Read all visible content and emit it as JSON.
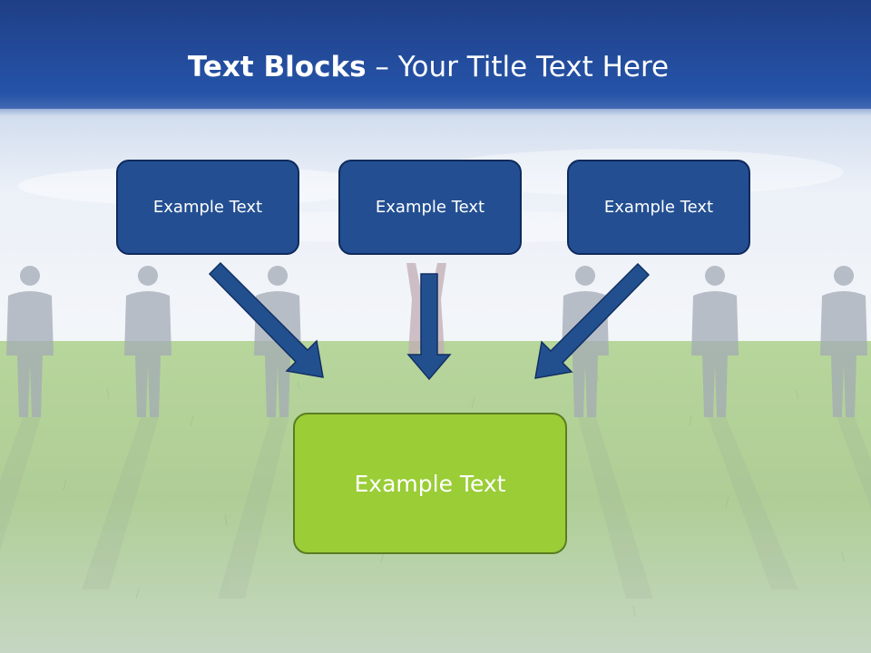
{
  "slide": {
    "title_bold": "Text Blocks",
    "title_dash": " – ",
    "title_rest": "Your Title Text Here"
  },
  "blocks": {
    "top_left": "Example Text",
    "top_center": "Example Text",
    "top_right": "Example Text",
    "bottom": "Example Text"
  },
  "colors": {
    "blue_box": "#234f92",
    "green_box": "#9acd36",
    "arrow": "#22508f"
  },
  "icons": [
    "person-silhouette-icon",
    "arrow-down-right-icon",
    "arrow-down-icon",
    "arrow-down-left-icon"
  ]
}
